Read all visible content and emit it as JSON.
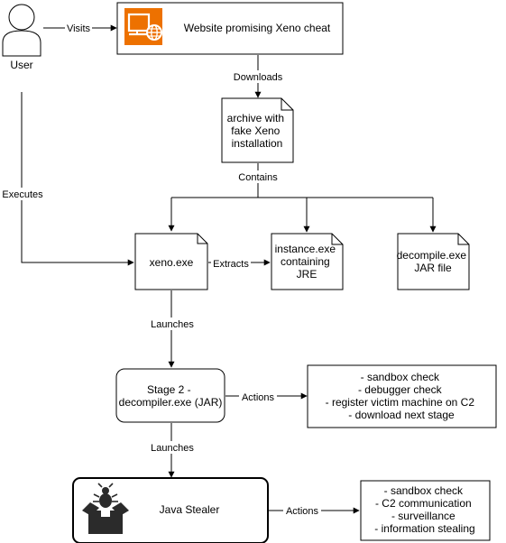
{
  "user": {
    "label": "User"
  },
  "website": {
    "label": "Website promising Xeno cheat"
  },
  "archive": {
    "lines": [
      "archive with",
      "fake Xeno",
      "installation"
    ]
  },
  "xeno": {
    "label": "xeno.exe"
  },
  "instance": {
    "lines": [
      "instance.exe",
      "containing",
      "JRE"
    ]
  },
  "decompile": {
    "lines": [
      "decompile.exe",
      "JAR file"
    ]
  },
  "stage2": {
    "lines": [
      "Stage 2 -",
      "decompiler.exe (JAR)"
    ]
  },
  "stage2_actions": {
    "lines": [
      "- sandbox check",
      "- debugger check",
      "- register victim machine on C2",
      "- download next stage"
    ]
  },
  "stealer": {
    "label": "Java Stealer"
  },
  "stealer_actions": {
    "lines": [
      "- sandbox check",
      "- C2 communication",
      "- surveillance",
      "- information stealing"
    ]
  },
  "edges": {
    "visits": "Visits",
    "downloads": "Downloads",
    "contains": "Contains",
    "executes": "Executes",
    "extracts": "Extracts",
    "launches_1": "Launches",
    "launches_2": "Launches",
    "actions_1": "Actions",
    "actions_2": "Actions"
  },
  "colors": {
    "accent_orange": "#ED7100",
    "stroke": "#000000",
    "background": "#ffffff"
  },
  "icons": [
    "user-icon",
    "monitor-globe-icon",
    "bug-box-icon"
  ]
}
